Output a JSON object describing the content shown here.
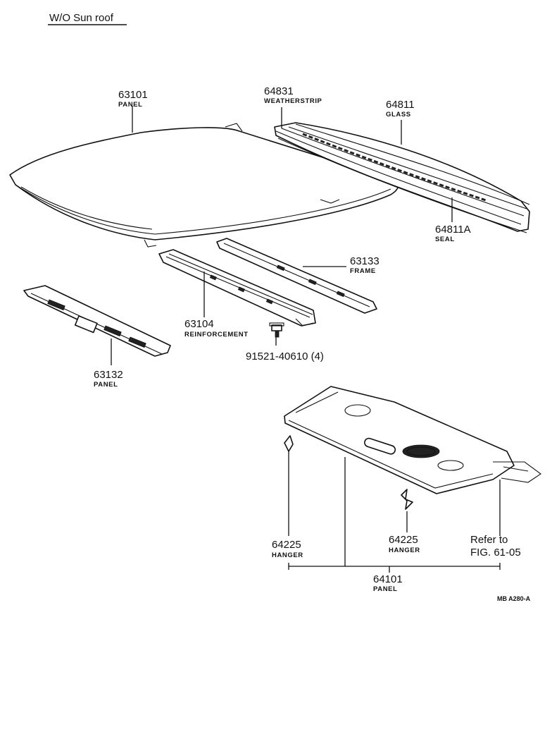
{
  "header": "W/O  Sun roof",
  "parts": {
    "roof_panel": {
      "number": "63101",
      "name": "PANEL"
    },
    "weatherstrip": {
      "number": "64831",
      "name": "WEATHERSTRIP"
    },
    "glass": {
      "number": "64811",
      "name": "GLASS"
    },
    "seal": {
      "number": "64811A",
      "name": "SEAL"
    },
    "frame": {
      "number": "63133",
      "name": "FRAME"
    },
    "reinforcement": {
      "number": "63104",
      "name": "REINFORCEMENT"
    },
    "bolt": {
      "number": "91521-40610 (4)"
    },
    "front_panel": {
      "number": "63132",
      "name": "PANEL"
    },
    "hanger_left": {
      "number": "64225",
      "name": "HANGER"
    },
    "hanger_right": {
      "number": "64225",
      "name": "HANGER"
    },
    "package_tray": {
      "number": "64101",
      "name": "PANEL"
    }
  },
  "reference": {
    "line1": "Refer to",
    "line2": "FIG. 61-05"
  },
  "figure_code": "MB  A280-A"
}
